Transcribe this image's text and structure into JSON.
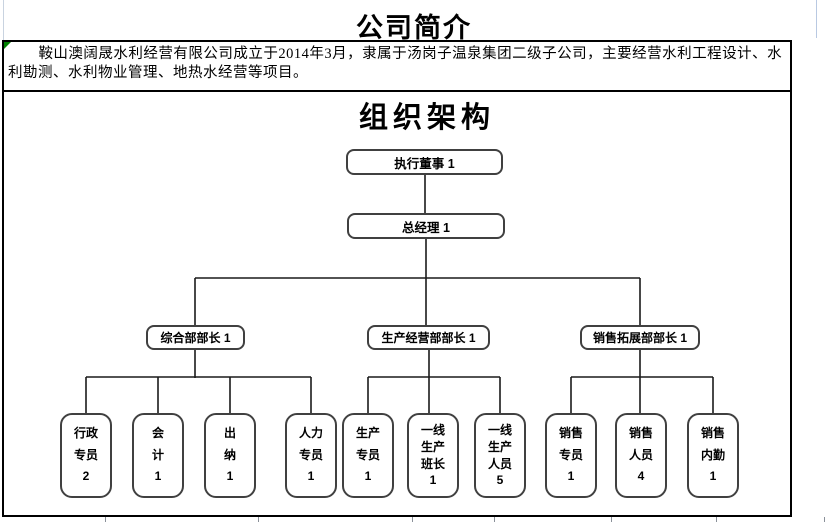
{
  "headings": {
    "intro_title": "公司简介",
    "org_title": "组织架构"
  },
  "intro": {
    "text": "鞍山澳阔晟水利经营有限公司成立于2014年3月，隶属于汤岗子温泉集团二级子公司，主要经营水利工程设计、水利勘测、水利物业管理、地热水经营等项目。"
  },
  "org": {
    "chairman": "执行董事 1",
    "gm": "总经理 1",
    "dept_general": "综合部部长 1",
    "dept_production": "生产经营部部长 1",
    "dept_sales": "销售拓展部部长 1",
    "staff_admin": "行政\n专员\n2",
    "staff_accountant": "会\n计\n1",
    "staff_cashier": "出\n纳\n1",
    "staff_hr": "人力\n专员\n1",
    "staff_prod_spec": "生产\n专员\n1",
    "staff_line_leader": "一线\n生产\n班长\n1",
    "staff_line_worker": "一线\n生产\n人员\n5",
    "staff_sales_spec": "销售\n专员\n1",
    "staff_sales_person": "销售\n人员\n4",
    "staff_sales_office": "销售\n内勤\n1"
  },
  "colors": {
    "frame_border": "#000000",
    "node_border": "#404040",
    "connector": "#1a1a1a",
    "error_marker_green": "#008000"
  }
}
